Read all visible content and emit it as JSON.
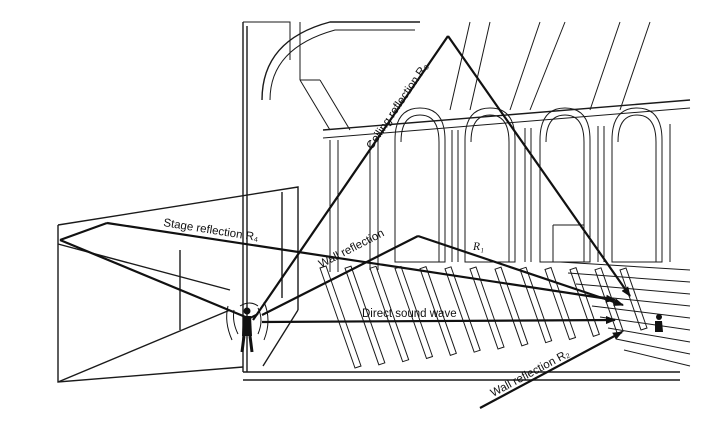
{
  "labels": {
    "ceiling": "Ceiling reflection R₃",
    "stage": "Stage reflection R₄",
    "wall": "Wall reflection",
    "r1": "R₁",
    "direct": "Direct sound wave",
    "wall2": "Wall reflection R₂"
  }
}
